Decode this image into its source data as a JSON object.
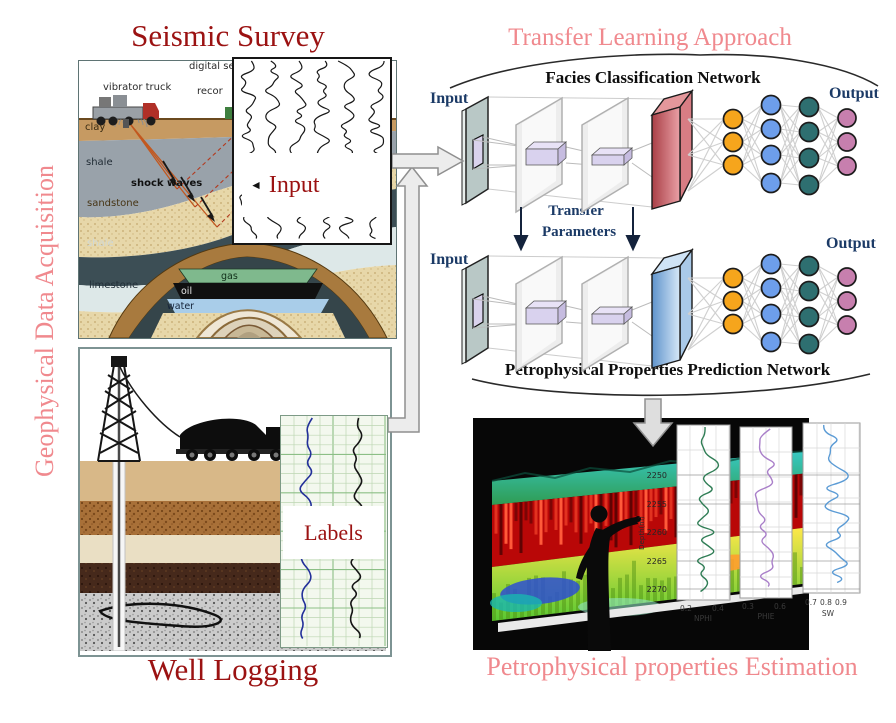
{
  "palette": {
    "dark-red": "#9b1212",
    "pink": "#f0898e",
    "navy": "#1b3a66",
    "node-orange": "#f6a51c",
    "node-blue": "#6d9eeb",
    "node-teal": "#2e6f70",
    "node-pink": "#c77fae"
  },
  "left": {
    "rotated_label": "Geophysical Data Acquisition",
    "seismic_title": "Seismic Survey",
    "seismic_labels": {
      "vibrator_truck": "vibrator truck",
      "digital_seis": "digital seis",
      "recor": "recor",
      "clay": "clay",
      "shale_upper": "shale",
      "shock_waves": "shock waves",
      "sandstone": "sandstone",
      "shale_lower": "shale",
      "limestone": "limestone",
      "gas": "gas",
      "oil": "oil",
      "water": "water"
    },
    "trace_panel": {
      "marker": "◄",
      "input_label": "Input"
    },
    "labels_box": "Labels",
    "well_title": "Well Logging"
  },
  "right": {
    "approach_title": "Transfer Learning Approach",
    "facies": {
      "title": "Facies Classification Network",
      "input": "Input",
      "output": "Output"
    },
    "transfer": {
      "line1": "Transfer",
      "line2": "Parameters"
    },
    "petro": {
      "title": "Petrophysical Properties Prediction Network",
      "input": "Input",
      "output": "Output"
    },
    "estimation": {
      "caption": "Petrophysical properties Estimation",
      "depth_axis": "Depth(m)",
      "depth_ticks": [
        "2250",
        "2255",
        "2260",
        "2265",
        "2270"
      ],
      "panels": [
        {
          "ticks": [
            "0.2",
            "0.4"
          ],
          "label": "NPHI"
        },
        {
          "ticks": [
            "0.3",
            "0.6"
          ],
          "label": "PHIE"
        },
        {
          "ticks": [
            "0.7",
            "0.8",
            "0.9"
          ],
          "label": "SW"
        }
      ]
    }
  }
}
